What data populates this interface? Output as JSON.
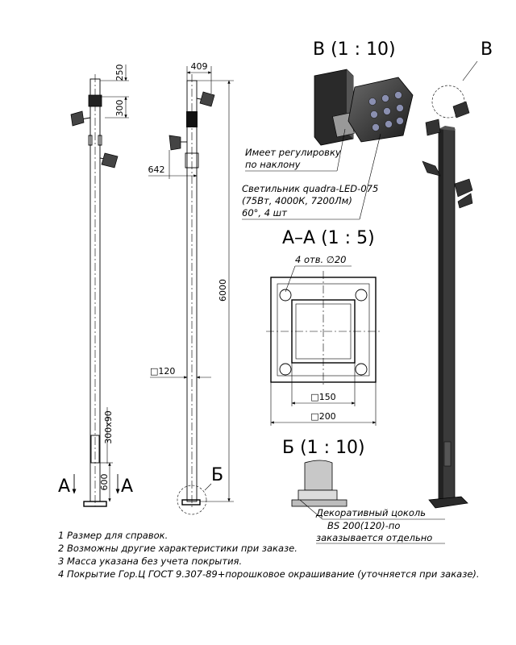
{
  "views": {
    "view_v": {
      "title": "В (1 : 10)",
      "marker": "В"
    },
    "view_aa": {
      "title": "А–А (1 : 5)",
      "holes": "4 отв. ∅20",
      "inner": "□150",
      "outer": "□200"
    },
    "view_b": {
      "title": "Б (1 : 10)",
      "marker": "Б"
    },
    "section_mark": "А"
  },
  "dimensions": {
    "top_250": "250",
    "gap_300": "300",
    "offset_409": "409",
    "reach_642": "642",
    "height_6000": "6000",
    "pole_120": "□120",
    "door_300x90": "300х90",
    "base_600": "600"
  },
  "callouts": {
    "tilt": [
      "Имеет регулировку",
      "по наклону"
    ],
    "luminaire": [
      "Светильник quadra-LED-075",
      "(75Вт, 4000К, 7200Лм)",
      "60°, 4 шт"
    ],
    "plinth": [
      "Декоративный цоколь",
      "BS 200(120)-по",
      "заказывается отдельно"
    ]
  },
  "notes": [
    "1   Размер для справок.",
    "2   Возможны другие характеристики при заказе.",
    "3   Масса указана без учета покрытия.",
    "4   Покрытие Гор.Ц ГОСТ 9.307-89+порошковое окрашивание (уточняется при заказе)."
  ]
}
